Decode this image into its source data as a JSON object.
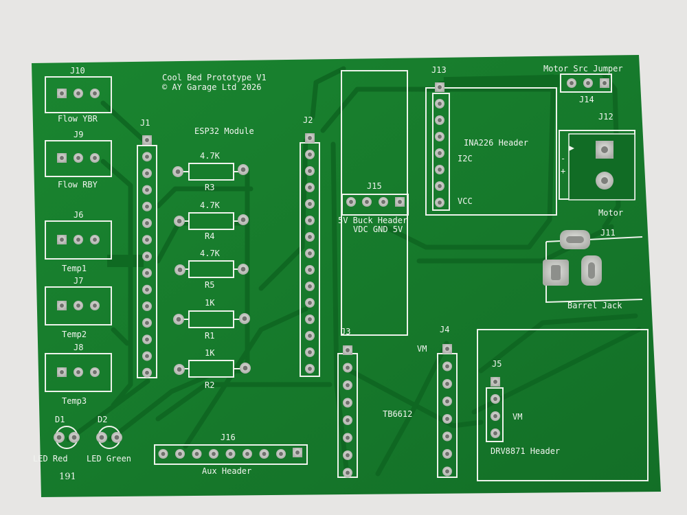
{
  "board": {
    "title_line1": "Cool Bed Prototype V1",
    "title_line2": "© AY Garage Ltd 2026",
    "number": "191"
  },
  "connectors": {
    "j10": {
      "ref": "J10",
      "label": "Flow YBR"
    },
    "j9": {
      "ref": "J9",
      "label": "Flow RBY"
    },
    "j6": {
      "ref": "J6",
      "label": "Temp1"
    },
    "j7": {
      "ref": "J7",
      "label": "Temp2"
    },
    "j8": {
      "ref": "J8",
      "label": "Temp3"
    },
    "j1": {
      "ref": "J1",
      "label": "ESP32 Module"
    },
    "j2": {
      "ref": "J2"
    },
    "j3": {
      "ref": "J3"
    },
    "j4": {
      "ref": "J4",
      "pin_label": "VM"
    },
    "tb6612": "TB6612",
    "j5": {
      "ref": "J5",
      "pin_label": "VM",
      "label": "DRV8871 Header"
    },
    "j13": {
      "ref": "J13",
      "label": "INA226 Header",
      "pin_label_1": "I2C",
      "pin_label_2": "VCC"
    },
    "j14": {
      "ref": "J14",
      "label": "Motor Src Jumper"
    },
    "j12": {
      "ref": "J12",
      "label": "Motor",
      "plus": "+",
      "minus": "-"
    },
    "j11": {
      "ref": "J11",
      "label": "Barrel Jack"
    },
    "j15": {
      "ref": "J15",
      "label": "5V Buck Header",
      "pins": "VDC GND 5V"
    },
    "j16": {
      "ref": "J16",
      "label": "Aux Header"
    }
  },
  "resistors": [
    {
      "ref": "R3",
      "value": "4.7K"
    },
    {
      "ref": "R4",
      "value": "4.7K"
    },
    {
      "ref": "R5",
      "value": "4.7K"
    },
    {
      "ref": "R1",
      "value": "1K"
    },
    {
      "ref": "R2",
      "value": "1K"
    }
  ],
  "leds": [
    {
      "ref": "D1",
      "label": "LED Red"
    },
    {
      "ref": "D2",
      "label": "LED Green"
    }
  ],
  "colors": {
    "background": "#e7e6e4",
    "board": "#177d2c",
    "trace": "#0f6a22",
    "silkscreen": "#f2f5f0",
    "pad": "#c9cac6"
  }
}
